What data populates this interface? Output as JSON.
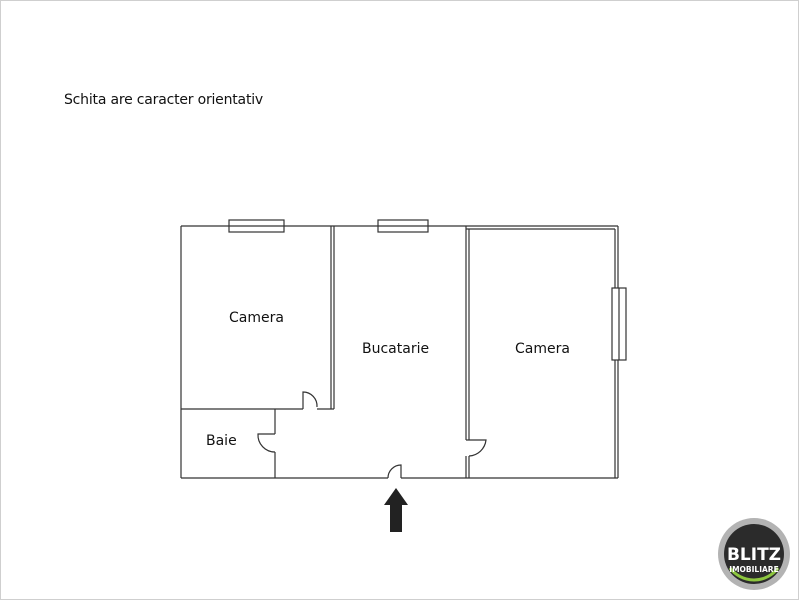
{
  "note": "Schita are caracter orientativ",
  "rooms": {
    "camera_left": "Camera",
    "bucatarie": "Bucatarie",
    "camera_right": "Camera",
    "baie": "Baie"
  },
  "logo": {
    "brand": "BLITZ",
    "subtitle": "IMOBILIARE",
    "ring_color": "#b3b3b3",
    "core_color": "#2b2b2b",
    "accent_color": "#8dc63f"
  },
  "icons": {
    "entrance": "entrance-arrow-icon"
  }
}
